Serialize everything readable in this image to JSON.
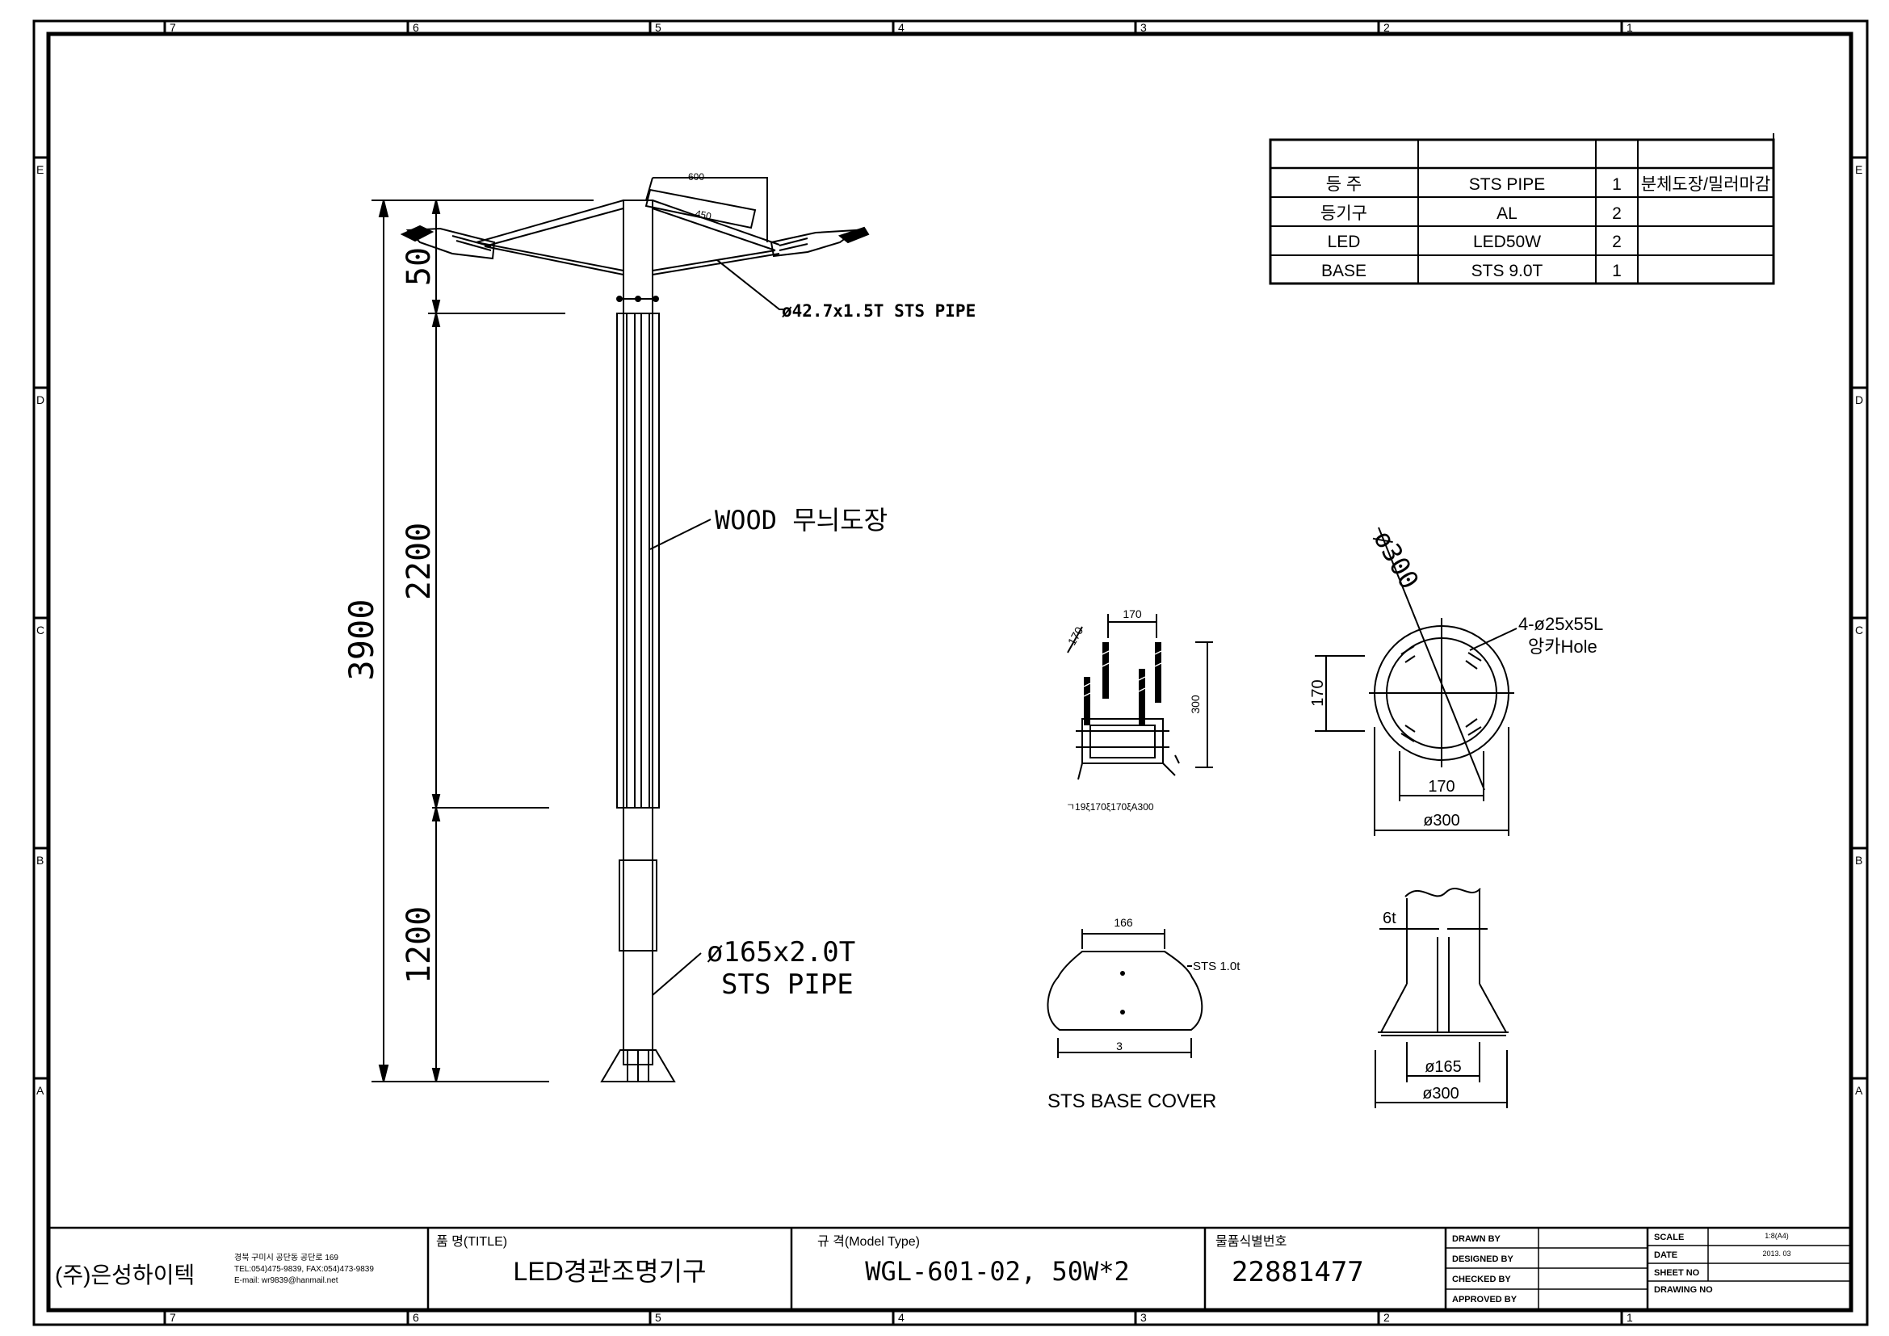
{
  "border": {
    "columns": [
      "7",
      "6",
      "5",
      "4",
      "3",
      "2",
      "1"
    ],
    "rows": [
      "E",
      "D",
      "C",
      "B",
      "A"
    ]
  },
  "parts_table": {
    "rows": [
      {
        "name": "등 주",
        "material": "STS PIPE",
        "qty": "1",
        "note": "분체도장/밀러마감"
      },
      {
        "name": "등기구",
        "material": "AL",
        "qty": "2",
        "note": ""
      },
      {
        "name": "LED",
        "material": "LED50W",
        "qty": "2",
        "note": ""
      },
      {
        "name": "BASE",
        "material": "STS 9.0T",
        "qty": "1",
        "note": ""
      }
    ]
  },
  "pole": {
    "dim_total": "3900",
    "dim_top": "50",
    "dim_mid": "2200",
    "dim_bottom": "1200",
    "arm_label": "ø42.7x1.5T STS PIPE",
    "arm_dim_top": "600",
    "arm_dim_inner": "450",
    "wood_label": "WOOD 무늬도장",
    "pipe_label_1": "ø165x2.0T",
    "pipe_label_2": "STS PIPE"
  },
  "anchor_frame": {
    "dim_top": "170",
    "dim_angle": "170",
    "dim_height": "300",
    "caption": "ㄱ19ξ170ξ170ξA300"
  },
  "base_plan": {
    "dim_diameter_diag": "ø300",
    "hole_label_1": "4-ø25x55L",
    "hole_label_2": "앙카Hole",
    "dim_side": "170",
    "dim_bottom_170": "170",
    "dim_bottom_300": "ø300"
  },
  "base_cover": {
    "dim_top": "166",
    "material": "STS 1.0t",
    "dim_bottom": "3",
    "caption": "STS BASE COVER"
  },
  "base_section": {
    "dim_thickness": "6t",
    "dim_165": "ø165",
    "dim_300": "ø300"
  },
  "title_block": {
    "company": "(주)은성하이텍",
    "address": "경북 구미시 공단동 공단로 169",
    "tel": "TEL:054)475-9839, FAX:054)473-9839",
    "email": "E-mail: wr9839@hanmail.net",
    "title_label": "품 명(TITLE)",
    "title_value": "LED경관조명기구",
    "model_label": "규 격(Model Type)",
    "model_value": "WGL-601-02, 50W*2",
    "id_label": "물품식별번호",
    "id_value": "22881477",
    "roles": [
      "DRAWN BY",
      "DESIGNED BY",
      "CHECKED BY",
      "APPROVED BY"
    ],
    "meta_labels": [
      "SCALE",
      "DATE",
      "SHEET NO",
      "DRAWING NO"
    ],
    "scale_value": "1:8(A4)",
    "date_value": "2013. 03"
  }
}
